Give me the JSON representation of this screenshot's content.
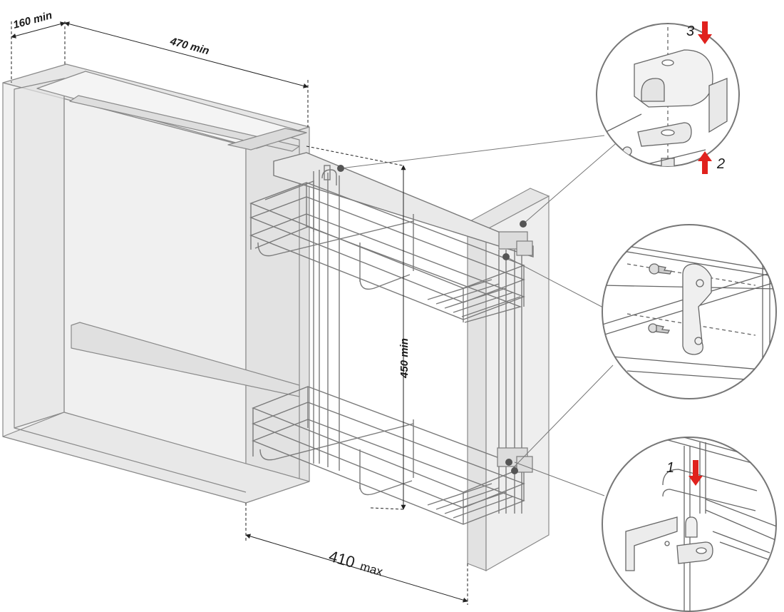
{
  "dimensions": {
    "width_min": "160 min",
    "depth_min": "470 min",
    "height_min": "450 min",
    "opening_value": "410",
    "opening_unit": "max"
  },
  "detail_steps": {
    "top_detail_step_a": "3",
    "top_detail_step_b": "2",
    "bottom_detail_step": "1"
  },
  "colors": {
    "cabinet_fill": "#eeeeee",
    "cabinet_stroke": "#8a8a8a",
    "wire": "#7a7a7a",
    "arrow_red": "#e0211d",
    "callout_dot": "#555555",
    "dimension_line": "#222222"
  }
}
